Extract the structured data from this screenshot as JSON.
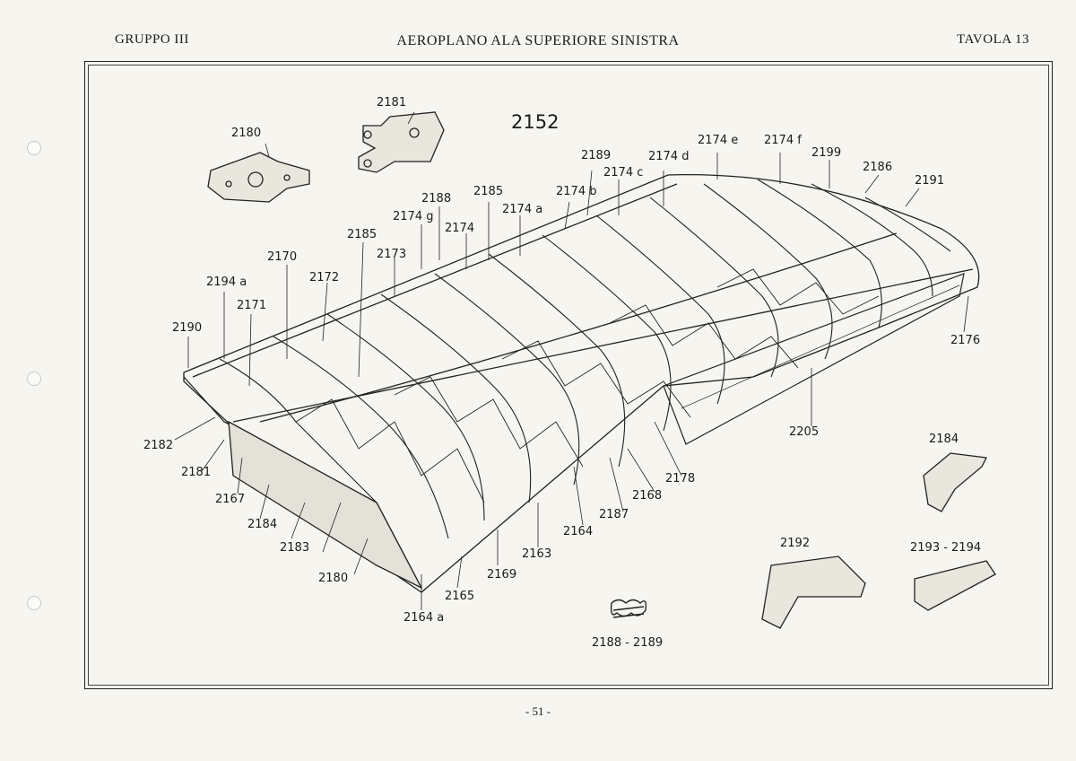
{
  "header": {
    "left": "GRUPPO III",
    "title": "AEROPLANO ALA SUPERIORE SINISTRA",
    "right": "TAVOLA 13"
  },
  "footer": {
    "page": "- 51 -"
  },
  "labels": {
    "l2152": "2152",
    "l2181t": "2181",
    "l2180t": "2180",
    "l2189": "2189",
    "l2174e": "2174 e",
    "l2174f": "2174 f",
    "l2199": "2199",
    "l2174c": "2174 c",
    "l2174d": "2174 d",
    "l2186": "2186",
    "l2191": "2191",
    "l2188": "2188",
    "l2185a": "2185",
    "l2174b": "2174 b",
    "l2174g": "2174 g",
    "l2174a": "2174 a",
    "l2185b": "2185",
    "l2174": "2174",
    "l2173": "2173",
    "l2170": "2170",
    "l2194a": "2194 a",
    "l2172": "2172",
    "l2171": "2171",
    "l2190": "2190",
    "l2176": "2176",
    "l2205": "2205",
    "l2184r": "2184",
    "l2182": "2182",
    "l2181b": "2181",
    "l2178": "2178",
    "l2167": "2167",
    "l2168": "2168",
    "l2184b": "2184",
    "l2187": "2187",
    "l2164": "2164",
    "l2183": "2183",
    "l2163": "2163",
    "l2192": "2192",
    "l2193": "2193 - 2194",
    "l2180b": "2180",
    "l2169": "2169",
    "l2165": "2165",
    "l2164a": "2164 a",
    "l2188s": "2188 - 2189"
  }
}
